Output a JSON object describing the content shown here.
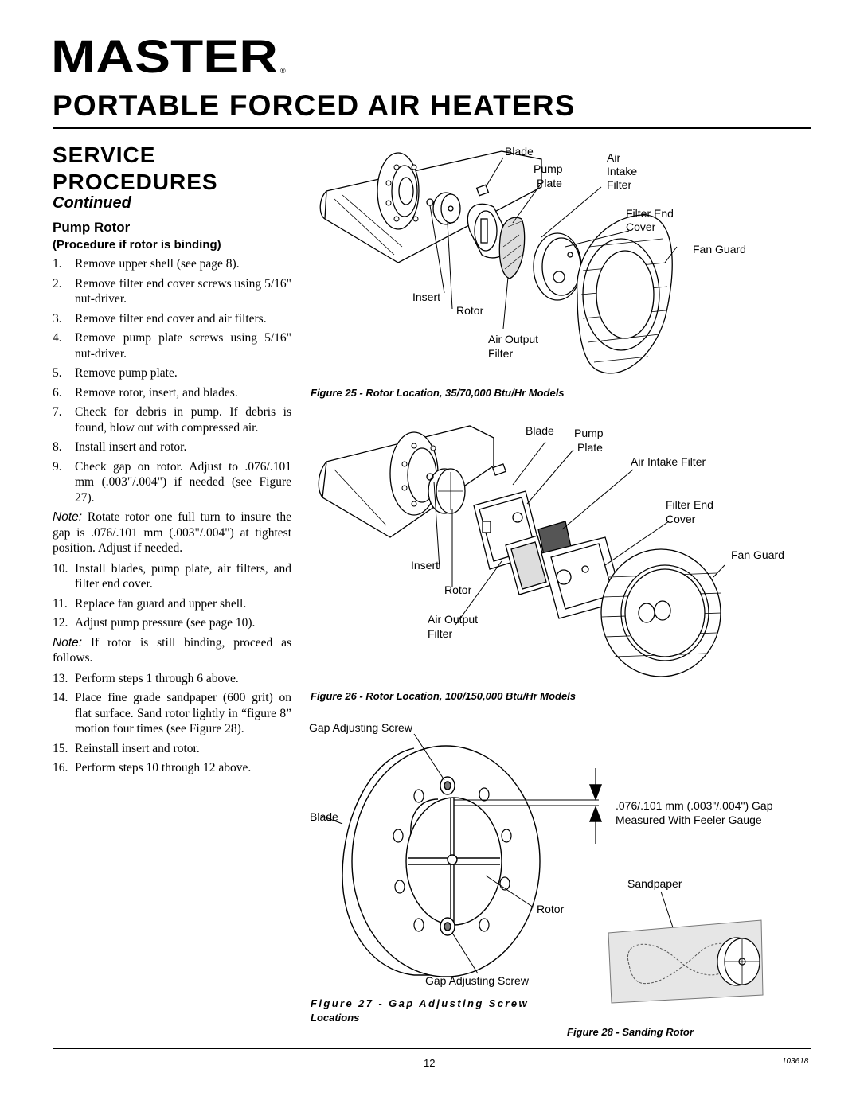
{
  "logo": {
    "text": "MASTER",
    "registered_mark": "®"
  },
  "document_title": "PORTABLE FORCED AIR HEATERS",
  "section": {
    "title_line1": "SERVICE",
    "title_line2": "PROCEDURES",
    "continued": "Continued",
    "subheading": "Pump Rotor",
    "subsubheading": "(Procedure if rotor is binding)"
  },
  "steps_a": [
    {
      "num": "1.",
      "text": "Remove upper shell (see page 8)."
    },
    {
      "num": "2.",
      "text": "Remove filter end cover screws using 5/16\" nut-driver."
    },
    {
      "num": "3.",
      "text": "Remove filter end cover and air filters."
    },
    {
      "num": "4.",
      "text": "Remove pump plate screws using 5/16\" nut-driver."
    },
    {
      "num": "5.",
      "text": "Remove pump plate."
    },
    {
      "num": "6.",
      "text": "Remove rotor, insert, and blades."
    },
    {
      "num": "7.",
      "text": "Check for debris in pump. If debris is found, blow out with compressed air."
    },
    {
      "num": "8.",
      "text": "Install insert and rotor."
    },
    {
      "num": "9.",
      "text": "Check gap on rotor. Adjust to .076/.101 mm (.003\"/.004\") if needed (see Figure 27)."
    }
  ],
  "note1": {
    "label": "Note:",
    "text": " Rotate rotor one full turn to insure the gap is .076/.101 mm (.003\"/.004\") at tightest position. Adjust if needed."
  },
  "steps_b": [
    {
      "num": "10.",
      "text": "Install blades, pump plate, air filters, and filter end cover."
    },
    {
      "num": "11.",
      "text": "Replace fan guard and upper shell."
    },
    {
      "num": "12.",
      "text": "Adjust pump pressure (see page 10)."
    }
  ],
  "note2": {
    "label": "Note:",
    "text": " If rotor is still binding, proceed as follows."
  },
  "steps_c": [
    {
      "num": "13.",
      "text": "Perform steps 1 through 6 above."
    },
    {
      "num": "14.",
      "text": "Place fine grade sandpaper (600 grit) on flat surface. Sand rotor lightly in “figure 8” motion four times (see Figure 28)."
    },
    {
      "num": "15.",
      "text": "Reinstall insert and rotor."
    },
    {
      "num": "16.",
      "text": "Perform steps 10 through 12 above."
    }
  ],
  "figure25": {
    "caption": "Figure 25 - Rotor Location, 35/70,000 Btu/Hr Models",
    "labels": {
      "blade": "Blade",
      "pump": "Pump",
      "plate": "Plate",
      "air": "Air",
      "intake": "Intake",
      "filter": "Filter",
      "filter_end": "Filter End",
      "cover": "Cover",
      "fan_guard": "Fan Guard",
      "insert": "Insert",
      "rotor": "Rotor",
      "air_output": "Air Output",
      "air_output_filter": "Filter"
    }
  },
  "figure26": {
    "caption": "Figure 26 - Rotor Location, 100/150,000 Btu/Hr Models",
    "labels": {
      "blade": "Blade",
      "pump": "Pump",
      "plate": "Plate",
      "air_intake_filter": "Air Intake Filter",
      "filter_end": "Filter End",
      "cover": "Cover",
      "fan_guard": "Fan Guard",
      "insert": "Insert",
      "rotor": "Rotor",
      "air_output": "Air Output",
      "air_output_filter": "Filter"
    }
  },
  "figure27": {
    "caption_line1": "Figure 27 - Gap Adjusting Screw",
    "caption_line2": "Locations",
    "labels": {
      "gap_screw_top": "Gap Adjusting Screw",
      "blade": "Blade",
      "gap_value": ".076/.101 mm (.003\"/.004\") Gap",
      "measured": "Measured With Feeler Gauge",
      "rotor": "Rotor",
      "gap_screw_bottom": "Gap Adjusting Screw"
    }
  },
  "figure28": {
    "caption": "Figure 28 - Sanding Rotor",
    "labels": {
      "sandpaper": "Sandpaper"
    }
  },
  "footer": {
    "page_number": "12",
    "doc_number": "103618"
  }
}
